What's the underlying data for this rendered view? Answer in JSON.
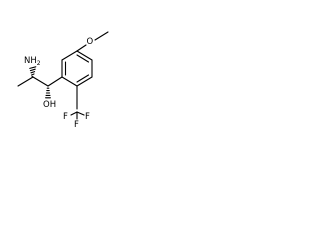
{
  "molecule": {
    "atoms": {
      "nh2": {
        "main": "NH",
        "sub": "2"
      },
      "oh": "OH",
      "ome_o": "O",
      "f_top": "F",
      "f_left": "F",
      "f_right": "F"
    },
    "colors": {
      "ink": "#000000",
      "background": "#ffffff"
    }
  }
}
